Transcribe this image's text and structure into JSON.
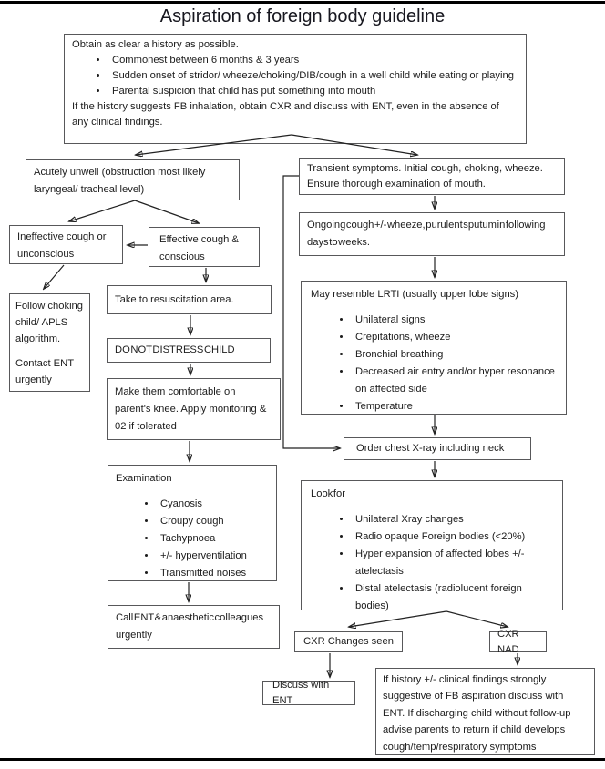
{
  "page": {
    "title": "Aspiration of foreign body guideline"
  },
  "boxes": {
    "history": {
      "intro": "Obtain as clear a history as possible.",
      "bullets": [
        "Commonest between 6 months & 3 years",
        "Sudden onset of stridor/ wheeze/choking/DIB/cough in a well child while eating or playing",
        "Parental suspicion that child has put something into mouth"
      ],
      "footer": "If the history suggests FB inhalation, obtain CXR and discuss with ENT, even in the absence of any clinical findings."
    },
    "acutely_unwell": {
      "text": "Acutely unwell  (obstruction most likely laryngeal/ tracheal level)"
    },
    "transient": {
      "text": "Transient symptoms. Initial cough, choking, wheeze. Ensure thorough examination of mouth."
    },
    "ineffective": {
      "text": "Ineffective cough or unconscious"
    },
    "effective": {
      "text": "Effective cough & conscious"
    },
    "follow_choking": {
      "line1": "Follow choking child/ APLS algorithm.",
      "line2": "Contact ENT urgently"
    },
    "take_resus": {
      "text": "Take to resuscitation area."
    },
    "do_not_distress": {
      "text": "DO NOT DISTRESS CHILD"
    },
    "make_comfortable": {
      "text": "Make them comfortable on parent's knee. Apply monitoring & 02 if tolerated"
    },
    "examination": {
      "heading": "Examination",
      "bullets": [
        "Cyanosis",
        "Croupy cough",
        "Tachypnoea",
        "+/- hyperventilation",
        "Transmitted noises"
      ]
    },
    "call_ent": {
      "text": "Call ENT & anaesthetic colleagues urgently"
    },
    "ongoing": {
      "text": "Ongoing cough +/- wheeze, purulent sputum in following days to weeks."
    },
    "may_lrti": {
      "heading": "May resemble LRTI (usually upper lobe signs)",
      "bullets": [
        "Unilateral signs",
        "Crepitations, wheeze",
        "Bronchial breathing",
        "Decreased air entry and/or hyper resonance on affected side",
        "Temperature"
      ]
    },
    "order_cxr": {
      "text": "Order chest X-ray including neck"
    },
    "look_for": {
      "heading": "Look for",
      "bullets": [
        "Unilateral Xray changes",
        "Radio opaque Foreign bodies (<20%)",
        "Hyper expansion of affected lobes +/- atelectasis",
        "Distal atelectasis (radiolucent foreign bodies)"
      ]
    },
    "cxr_changes": {
      "text": "CXR Changes seen"
    },
    "cxr_nad": {
      "text": "CXR NAD"
    },
    "discuss_ent": {
      "text": "Discuss with ENT"
    },
    "cxr_nad_advice": {
      "text": "If history +/- clinical findings strongly suggestive of FB aspiration discuss with ENT.  If discharging child without follow-up advise parents to return if  child develops cough/temp/respiratory  symptoms"
    }
  },
  "colors": {
    "text": "#1c1c1c",
    "box_border": "#58585a",
    "arrow": "#222222",
    "page_rule": "#000000"
  }
}
